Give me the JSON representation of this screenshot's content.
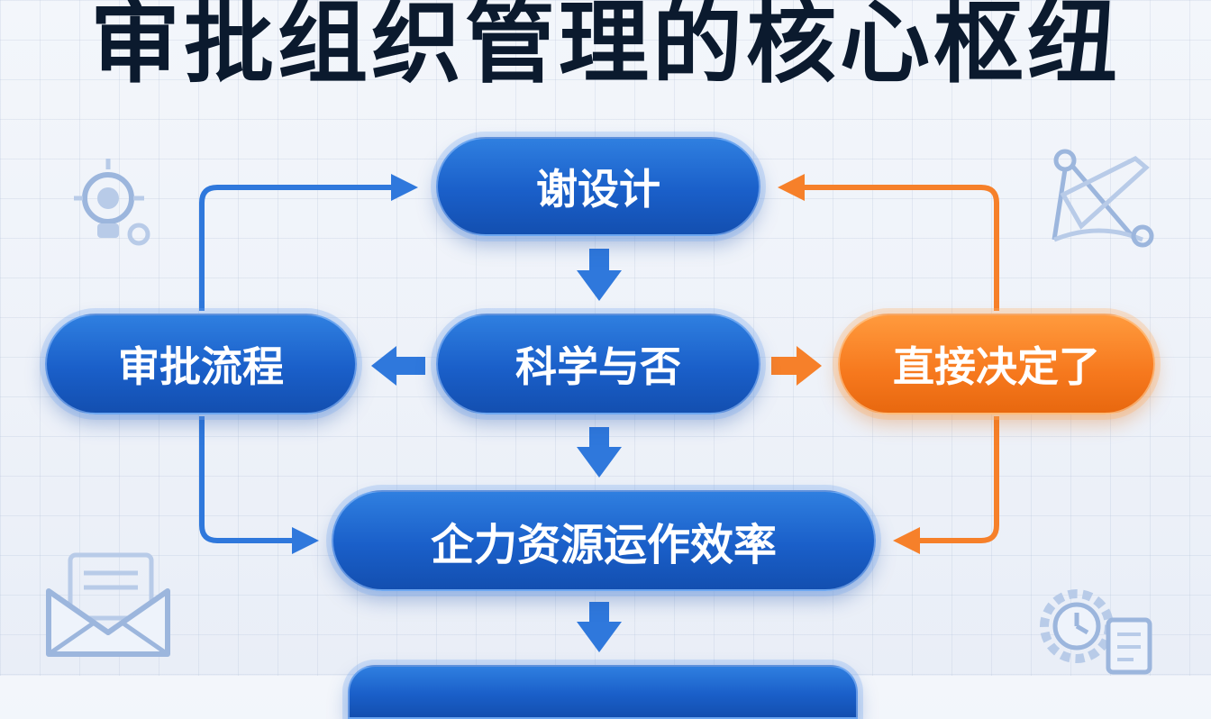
{
  "title": "审批组织管理的核心枢纽",
  "nodes": {
    "design": "谢设计",
    "science": "科学与否",
    "approval": "审批流程",
    "decide": "直接决定了",
    "efficiency": "企力资源运作效率",
    "bottom": ""
  },
  "colors": {
    "blue": "#1f65d0",
    "orange": "#f6781d",
    "title": "#0b1a2e"
  },
  "icons": [
    "lightbulb-gear-icon",
    "drafting-compass-icon",
    "envelope-icon",
    "clock-gear-document-icon"
  ]
}
